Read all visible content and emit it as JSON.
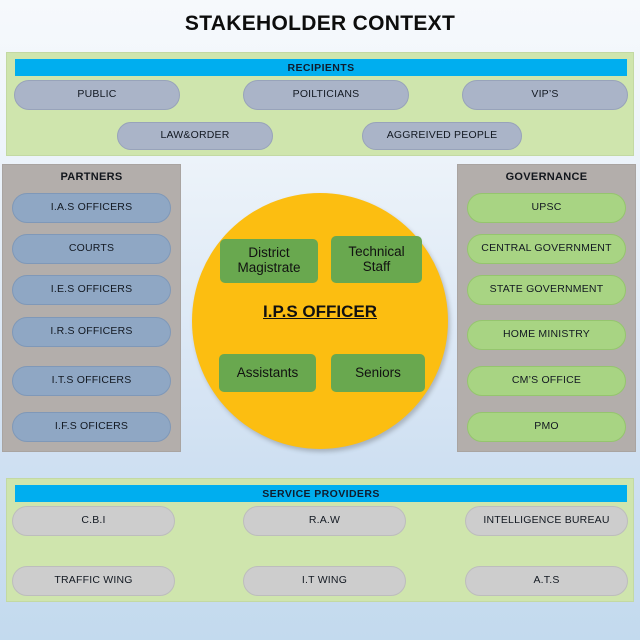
{
  "page": {
    "title": "STAKEHOLDER CONTEXT",
    "colors": {
      "band_header": "#00AEEF",
      "band_body": "#CFE5AD",
      "panel_grey": "#B3AEAB",
      "circle_yellow": "#FCBE11",
      "inner_box_green": "#69A84F",
      "pill_bluegrey": "#AAB4C8",
      "pill_steel": "#8FA7C4",
      "pill_green": "#A8D483",
      "pill_grey": "#CDCDCD",
      "background_top": "#F6F9FC",
      "background_bottom": "#C3DAEE"
    }
  },
  "recipients": {
    "header": "RECIPIENTS",
    "row1": [
      "PUBLIC",
      "POILTICIANS",
      "VIP’S"
    ],
    "row2": [
      "LAW&ORDER",
      "AGGREIVED PEOPLE"
    ]
  },
  "partners": {
    "header": "PARTNERS",
    "items": [
      "I.A.S OFFICERS",
      "COURTS",
      "I.E.S OFFICERS",
      "I.R.S OFFICERS",
      "I.T.S OFFICERS",
      "I.F.S OFICERS"
    ]
  },
  "governance": {
    "header": "GOVERNANCE",
    "items": [
      "UPSC",
      "CENTRAL GOVERNMENT",
      "STATE GOVERNMENT",
      "HOME MINISTRY",
      "CM’S OFFICE",
      "PMO"
    ]
  },
  "core": {
    "label": "I.P.S OFFICER",
    "top_boxes": [
      "District Magistrate",
      "Technical Staff"
    ],
    "bottom_boxes": [
      "Assistants",
      "Seniors"
    ]
  },
  "service_providers": {
    "header": "SERVICE PROVIDERS",
    "row1": [
      "C.B.I",
      "R.A.W",
      "INTELLIGENCE BUREAU"
    ],
    "row2": [
      "TRAFFIC WING",
      "I.T WING",
      "A.T.S"
    ]
  }
}
